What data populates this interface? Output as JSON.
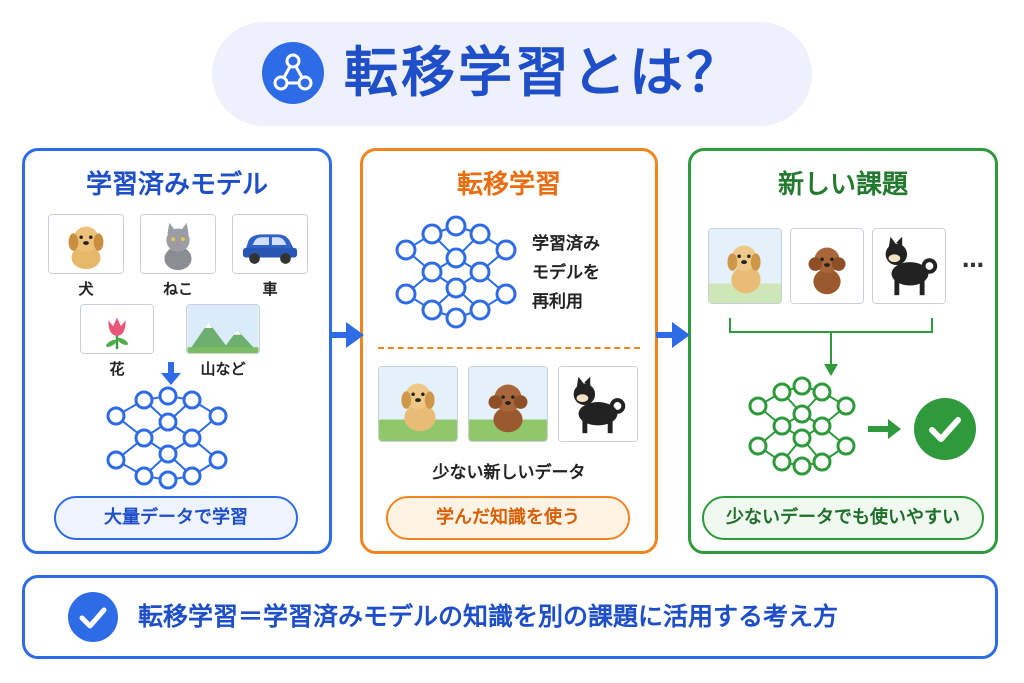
{
  "title": "転移学習とは？",
  "panels": {
    "pretrained": {
      "title": "学習済みモデル",
      "items": [
        {
          "label": "犬",
          "icon": "dog-icon"
        },
        {
          "label": "ねこ",
          "icon": "cat-icon"
        },
        {
          "label": "車",
          "icon": "car-icon"
        },
        {
          "label": "花",
          "icon": "flower-icon"
        },
        {
          "label": "山など",
          "icon": "mountain-icon"
        }
      ],
      "caption": "大量データで学習"
    },
    "transfer": {
      "title": "転移学習",
      "reuse_text": [
        "学習済み",
        "モデルを",
        "再利用"
      ],
      "data_label": "少ない新しいデータ",
      "caption": "学んだ知識を使う"
    },
    "new_task": {
      "title": "新しい課題",
      "more": "…",
      "caption": "少ないデータでも使いやすい"
    }
  },
  "footer": "転移学習＝学習済みモデルの知識を別の課題に活用する考え方",
  "colors": {
    "blue": "#2e6be6",
    "orange": "#f0851e",
    "green": "#2e9a3c"
  }
}
